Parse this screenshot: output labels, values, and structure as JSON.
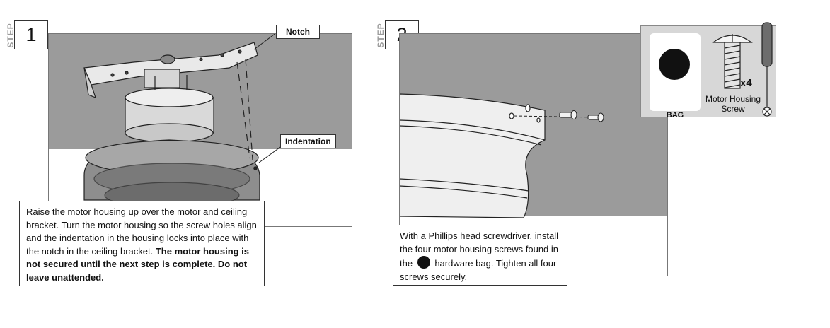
{
  "step1": {
    "tag": "STEP",
    "number": "1",
    "callout_notch": "Notch",
    "callout_indentation": "Indentation",
    "text_regular": "Raise the motor housing up over the motor and ceiling bracket. Turn the motor housing so the screw holes align and the indentation in the housing locks into place with the notch in the ceiling bracket.",
    "text_bold": "The motor housing is not secured until the next step is complete. Do not leave unattended."
  },
  "step2": {
    "tag": "STEP",
    "number": "2",
    "text_before": "With a Phillips head screwdriver, install the four motor housing screws found in the",
    "text_after": "hardware bag. Tighten all four screws securely.",
    "hardware": {
      "bag_label": "BAG",
      "quantity": "x4",
      "screw_label_line1": "Motor Housing",
      "screw_label_line2": "Screw"
    }
  },
  "colors": {
    "panel_gray": "#9b9b9b",
    "hardware_bg": "#d7d7d7"
  }
}
